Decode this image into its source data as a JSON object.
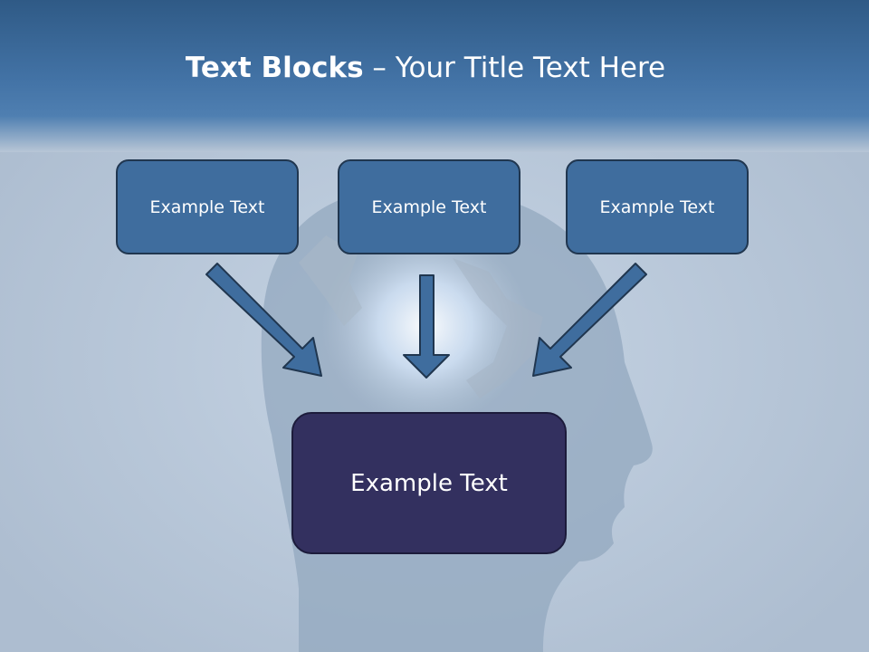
{
  "title": {
    "bold": "Text Blocks",
    "dash": " – ",
    "rest": "Your Title Text Here"
  },
  "boxes": {
    "left": "Example Text",
    "center": "Example Text",
    "right": "Example Text",
    "bottom": "Example Text"
  },
  "colors": {
    "banner": "#3d6a9a",
    "box": "#3f6d9e",
    "box_bottom": "#33305f",
    "arrow": "#3f6d9e",
    "background": "#b8c6d6"
  },
  "icons": [
    "head-silhouette-image",
    "arrow-down-right-icon",
    "arrow-down-icon",
    "arrow-down-left-icon"
  ]
}
